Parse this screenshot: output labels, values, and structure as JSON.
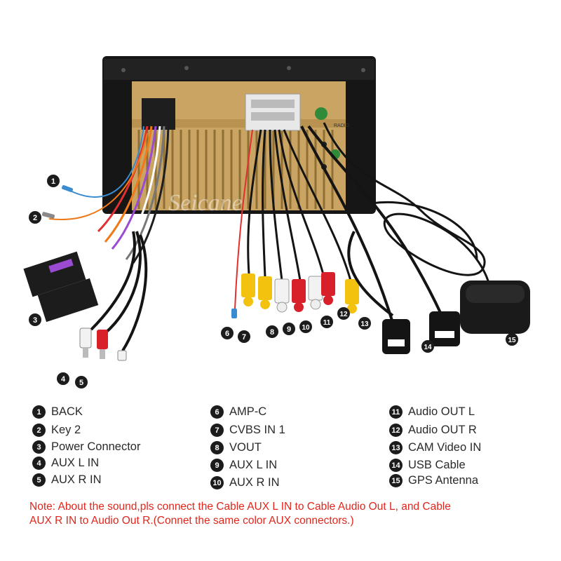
{
  "watermark": "Seicane",
  "unit_labels": {
    "radio": "RADIO"
  },
  "callouts": [
    "1",
    "2",
    "3",
    "4",
    "5",
    "6",
    "7",
    "8",
    "9",
    "10",
    "11",
    "12",
    "13",
    "14",
    "15"
  ],
  "legend": {
    "col1": [
      {
        "num": "1",
        "label": "BACK"
      },
      {
        "num": "2",
        "label": "Key 2"
      },
      {
        "num": "3",
        "label": "Power Connector"
      },
      {
        "num": "4",
        "label": "AUX L IN"
      },
      {
        "num": "5",
        "label": "AUX R IN"
      }
    ],
    "col2": [
      {
        "num": "6",
        "label": "AMP-C"
      },
      {
        "num": "7",
        "label": "CVBS IN 1"
      },
      {
        "num": "8",
        "label": "VOUT"
      },
      {
        "num": "9",
        "label": "AUX L IN"
      },
      {
        "num": "10",
        "label": "AUX R IN"
      }
    ],
    "col3": [
      {
        "num": "11",
        "label": "Audio OUT L"
      },
      {
        "num": "12",
        "label": "Audio OUT R"
      },
      {
        "num": "13",
        "label": "CAM Video IN"
      },
      {
        "num": "14",
        "label": "USB Cable"
      },
      {
        "num": "15",
        "label": "GPS Antenna"
      }
    ]
  },
  "note": {
    "line1": "Note: About the sound,pls connect the Cable AUX L IN to Cable Audio Out L, and Cable",
    "line2": "AUX R IN to  Audio Out R.(Connet the same color AUX connectors.)"
  },
  "colors": {
    "note": "#e1261c",
    "unit_body": "#c9a463",
    "bezel": "#161616",
    "rca_yellow": "#f2c20f",
    "rca_red": "#d8202b",
    "rca_white": "#f2f2f2",
    "cable": "#141414"
  }
}
